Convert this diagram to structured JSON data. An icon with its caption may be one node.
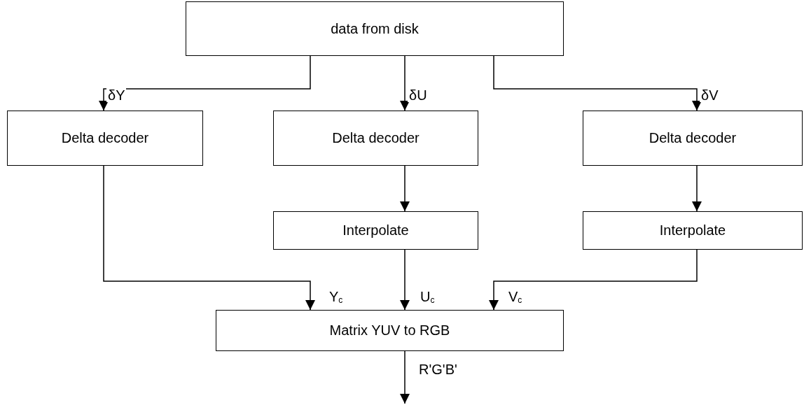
{
  "diagram": {
    "nodes": [
      {
        "text": [
          "data from disk"
        ]
      },
      {
        "text": [
          "Delta decoder"
        ]
      },
      {
        "text": [
          "Delta decoder"
        ]
      },
      {
        "text": [
          "Delta decoder"
        ]
      },
      {
        "text": [
          "Interpolate"
        ]
      },
      {
        "text": [
          "Interpolate"
        ]
      },
      {
        "text": [
          "Matrix YUV to RGB"
        ]
      }
    ],
    "edges": [
      {
        "from": 0,
        "to": 1,
        "arrow": "to",
        "label": "δY"
      },
      {
        "from": 0,
        "to": 2,
        "arrow": "to",
        "label": "δU"
      },
      {
        "from": 0,
        "to": 3,
        "arrow": "to",
        "label": "δV"
      },
      {
        "from": 2,
        "to": 4,
        "arrow": "to"
      },
      {
        "from": 3,
        "to": 5,
        "arrow": "to"
      },
      {
        "from": 1,
        "to": 6,
        "arrow": "to",
        "label": "Y$_{c}$"
      },
      {
        "from": 4,
        "to": 6,
        "arrow": "to",
        "label": "U$_{c}$"
      },
      {
        "from": 5,
        "to": 6,
        "arrow": "to",
        "label": "V$_{c}$"
      },
      {
        "from": 6,
        "to": null,
        "arrow": "to",
        "label": "R'G'B'"
      }
    ]
  }
}
